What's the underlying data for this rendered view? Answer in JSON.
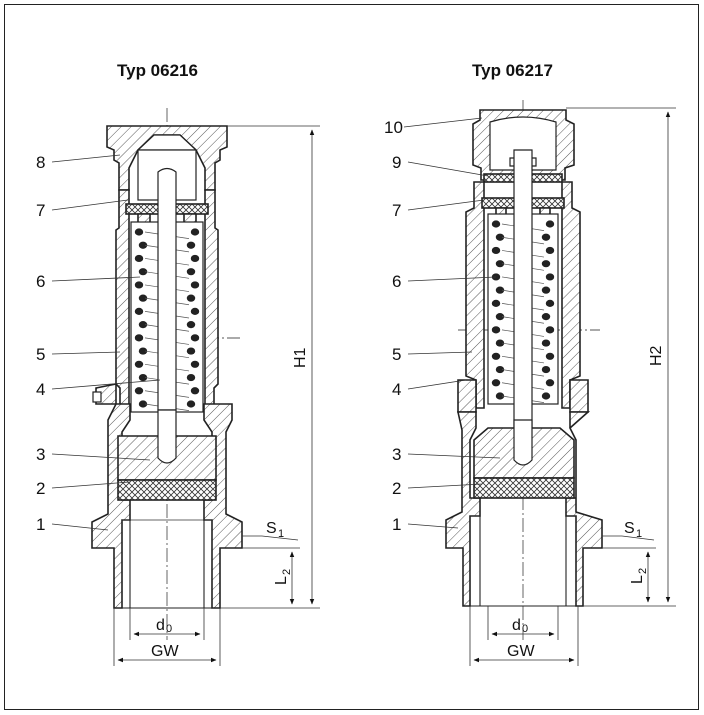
{
  "left": {
    "title": "Typ 06216",
    "callouts": [
      "8",
      "7",
      "6",
      "5",
      "4",
      "3",
      "2",
      "1"
    ],
    "dims": {
      "height": "H1",
      "s1": "S",
      "s1_sub": "1",
      "l2": "L",
      "l2_sub": "2",
      "d0": "d",
      "d0_sub": "0",
      "gw": "GW"
    }
  },
  "right": {
    "title": "Typ 06217",
    "callouts": [
      "10",
      "9",
      "7",
      "6",
      "5",
      "4",
      "3",
      "2",
      "1"
    ],
    "dims": {
      "height": "H2",
      "s1": "S",
      "s1_sub": "1",
      "l2": "L",
      "l2_sub": "2",
      "d0": "d",
      "d0_sub": "0",
      "gw": "GW"
    }
  }
}
